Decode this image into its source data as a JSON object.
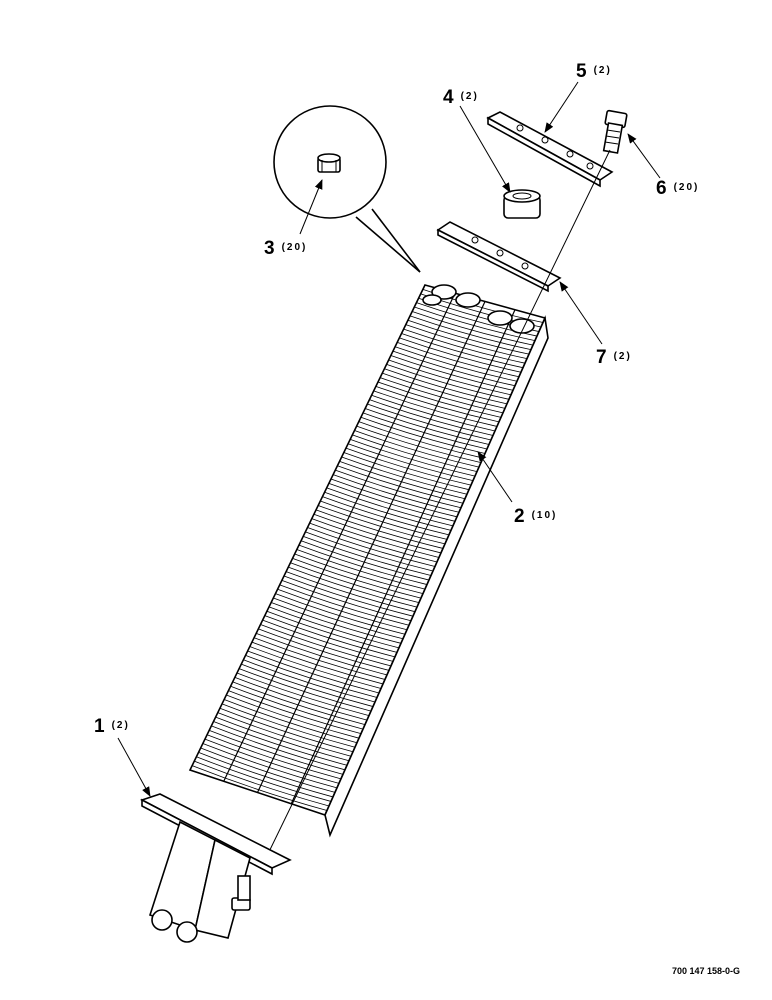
{
  "callouts": [
    {
      "id": "1",
      "number": "1",
      "qty": "(2)"
    },
    {
      "id": "2",
      "number": "2",
      "qty": "(10)"
    },
    {
      "id": "3",
      "number": "3",
      "qty": "(20)"
    },
    {
      "id": "4",
      "number": "4",
      "qty": "(2)"
    },
    {
      "id": "5",
      "number": "5",
      "qty": "(2)"
    },
    {
      "id": "6",
      "number": "6",
      "qty": "(20)"
    },
    {
      "id": "7",
      "number": "7",
      "qty": "(2)"
    }
  ],
  "drawing_id": "700 147 158-0-G"
}
